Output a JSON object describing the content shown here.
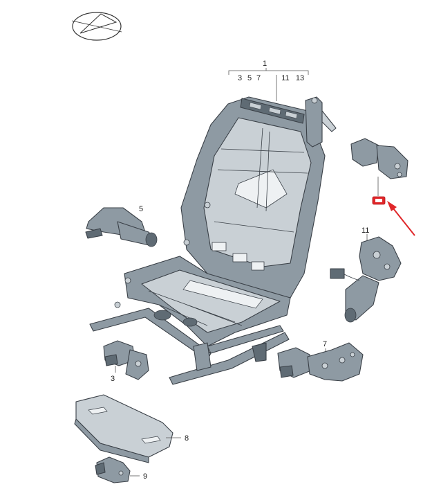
{
  "colors": {
    "part_fill": "#8e9aa3",
    "part_dark": "#5f6b74",
    "part_light": "#c9d0d5",
    "outline": "#3a4047",
    "marker_red": "#e0272a",
    "arrow_red": "#e0272a"
  },
  "icons": {
    "logo": "compass-diamond-icon",
    "marker": "hand-symbol-icon"
  },
  "labels": {
    "assembly": "1",
    "sub_3": "3",
    "sub_5": "5",
    "sub_7": "7",
    "sub_11": "11",
    "sub_13": "13",
    "p5": "5",
    "p11": "11",
    "p7": "7",
    "p3": "3",
    "p8": "8",
    "p9": "9"
  }
}
